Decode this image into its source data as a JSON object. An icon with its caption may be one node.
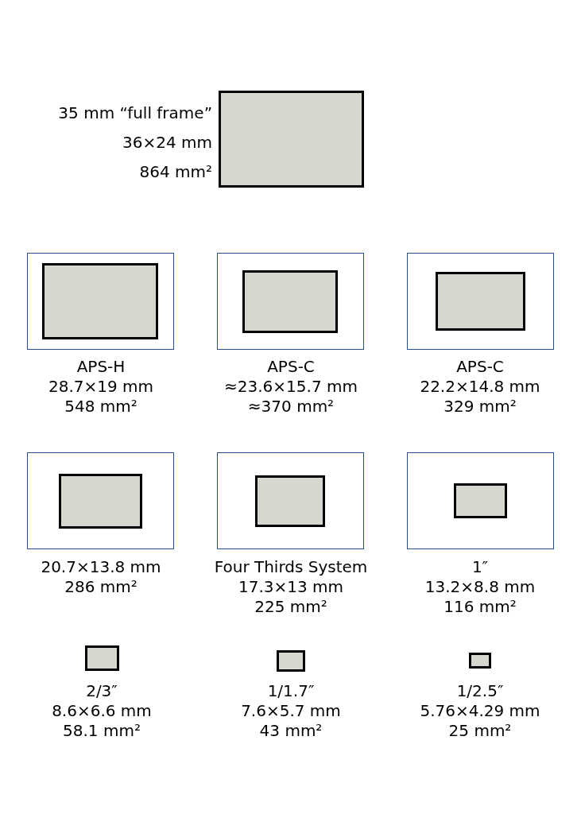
{
  "diagram": {
    "nodes": [
      {
        "text": [],
        "shape": "box",
        "beside": [
          "35 mm “full frame”",
          "36×24 mm",
          "864 mm²"
        ]
      },
      {
        "text": [],
        "shape": "box",
        "beside": [
          "APS-H",
          "28.7×19 mm",
          "548 mm²"
        ]
      },
      {
        "text": [],
        "shape": "box",
        "in": 1
      },
      {
        "text": [],
        "shape": "box",
        "beside": [
          "APS-C",
          "≈23.6×15.7 mm",
          "≈370 mm²"
        ]
      },
      {
        "text": [],
        "shape": "box",
        "in": 3
      },
      {
        "text": [],
        "shape": "box",
        "beside": [
          "APS-C",
          "22.2×14.8 mm",
          "329 mm²"
        ]
      },
      {
        "text": [],
        "shape": "box",
        "in": 5
      },
      {
        "text": [],
        "shape": "box",
        "beside": [
          "20.7×13.8 mm",
          "286 mm²"
        ]
      },
      {
        "text": [],
        "shape": "box",
        "in": 7
      },
      {
        "text": [],
        "shape": "box",
        "beside": [
          "Four Thirds System",
          "17.3×13 mm",
          "225 mm²"
        ]
      },
      {
        "text": [],
        "shape": "box",
        "in": 9
      },
      {
        "text": [],
        "shape": "box",
        "beside": [
          "1″",
          "13.2×8.8 mm",
          "116 mm²"
        ]
      },
      {
        "text": [],
        "shape": "box",
        "in": 11
      },
      {
        "text": [],
        "shape": "box",
        "beside": [
          "2/3″",
          "8.6×6.6 mm",
          "58.1 mm²"
        ]
      },
      {
        "text": [],
        "shape": "box",
        "beside": [
          "1/1.7″",
          "7.6×5.7 mm",
          "43 mm²"
        ]
      },
      {
        "text": [],
        "shape": "box",
        "beside": [
          "1/2.5″",
          "5.76×4.29 mm",
          "25 mm²"
        ]
      }
    ]
  }
}
